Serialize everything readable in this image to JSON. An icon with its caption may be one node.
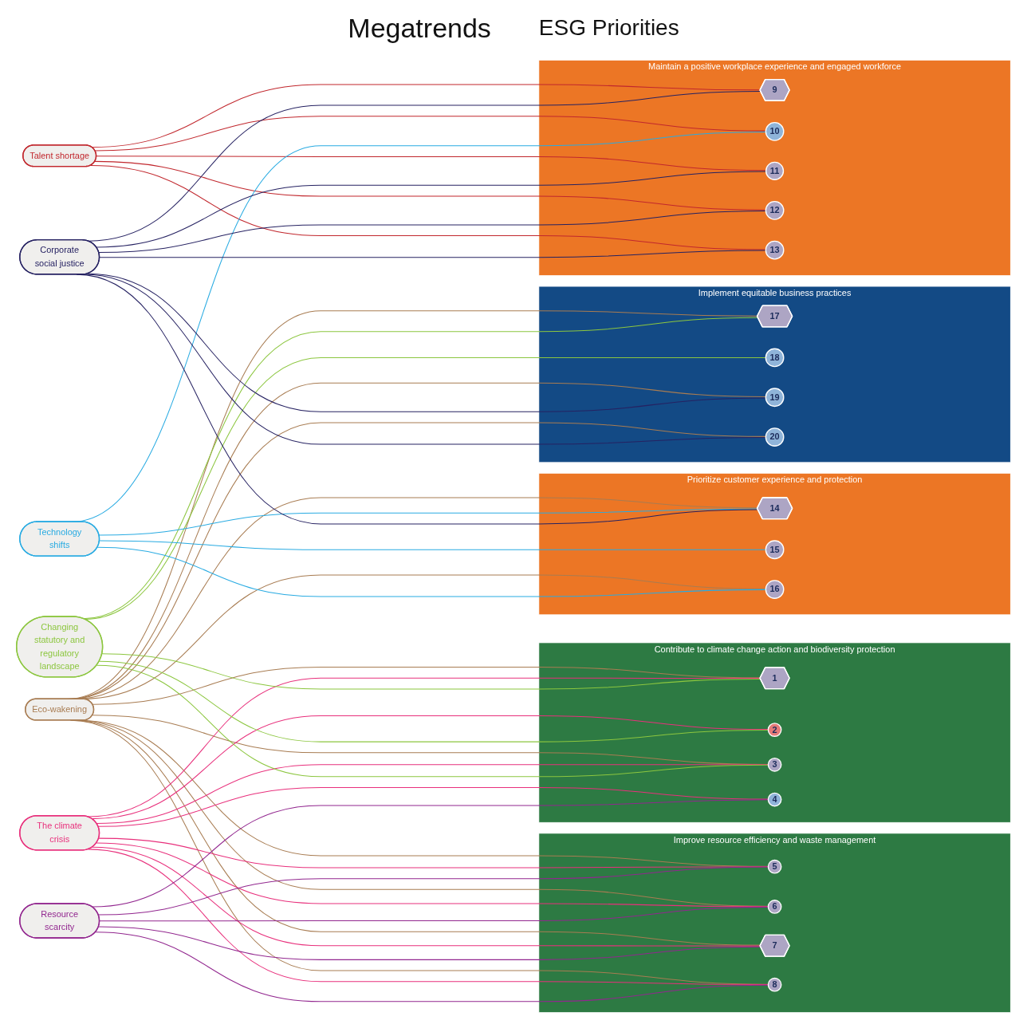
{
  "diagram": {
    "title": "Megatrends",
    "nodes": [
      {
        "text": [
          "Eco-wakening"
        ]
      },
      {
        "text": [
          "The climate crisis"
        ]
      },
      {
        "text": [
          "Changing statutory and regulatory landscape"
        ]
      },
      {
        "text": [
          "Resource scarcity"
        ]
      },
      {
        "text": [
          "Talent shortage"
        ]
      },
      {
        "text": [
          "Technology shifts"
        ]
      },
      {
        "text": [
          "Corporate social justice"
        ]
      },
      {
        "text": [
          "Contribute to climate change action and biodiversity protection"
        ]
      },
      {
        "text": [
          "Improve resource efficiency and waste management"
        ]
      },
      {
        "text": [
          "Maintain a positive workplace experience and engaged workforce"
        ]
      },
      {
        "text": [
          "Prioritize customer experience and protection"
        ]
      },
      {
        "text": [
          "Implement equitable business practices"
        ]
      },
      {
        "text": [
          "1"
        ],
        "in": 7
      },
      {
        "text": [
          "2"
        ],
        "in": 7
      },
      {
        "text": [
          "3"
        ],
        "in": 7
      },
      {
        "text": [
          "4"
        ],
        "in": 7
      },
      {
        "text": [
          "5"
        ],
        "in": 8
      },
      {
        "text": [
          "6"
        ],
        "in": 8
      },
      {
        "text": [
          "7"
        ],
        "in": 8
      },
      {
        "text": [
          "8"
        ],
        "in": 8
      },
      {
        "text": [
          "9"
        ],
        "in": 9
      },
      {
        "text": [
          "10"
        ],
        "in": 9
      },
      {
        "text": [
          "11"
        ],
        "in": 9
      },
      {
        "text": [
          "12"
        ],
        "in": 9
      },
      {
        "text": [
          "13"
        ],
        "in": 9
      },
      {
        "text": [
          "14"
        ],
        "in": 10
      },
      {
        "text": [
          "15"
        ],
        "in": 10
      },
      {
        "text": [
          "16"
        ],
        "in": 10
      },
      {
        "text": [
          "17"
        ],
        "in": 11
      },
      {
        "text": [
          "18"
        ],
        "in": 11
      },
      {
        "text": [
          "19"
        ],
        "in": 11
      },
      {
        "text": [
          "20"
        ],
        "in": 11
      }
    ],
    "edges": [
      {
        "from": 0,
        "to": 12,
        "arrow": "none",
        "color": "#a87c52"
      },
      {
        "from": 0,
        "to": 14,
        "arrow": "none",
        "color": "#a87c52"
      },
      {
        "from": 0,
        "to": 16,
        "arrow": "none",
        "color": "#a87c52"
      },
      {
        "from": 0,
        "to": 17,
        "arrow": "none",
        "color": "#a87c52"
      },
      {
        "from": 0,
        "to": 18,
        "arrow": "none",
        "color": "#a87c52"
      },
      {
        "from": 0,
        "to": 19,
        "arrow": "none",
        "color": "#a87c52"
      },
      {
        "from": 0,
        "to": 25,
        "arrow": "none",
        "color": "#a87c52"
      },
      {
        "from": 0,
        "to": 27,
        "arrow": "none",
        "color": "#a87c52"
      },
      {
        "from": 0,
        "to": 28,
        "arrow": "none",
        "color": "#a87c52"
      },
      {
        "from": 0,
        "to": 30,
        "arrow": "none",
        "color": "#a87c52"
      },
      {
        "from": 0,
        "to": 31,
        "arrow": "none",
        "color": "#a87c52"
      },
      {
        "from": 1,
        "to": 12,
        "arrow": "none",
        "color": "#e8307c"
      },
      {
        "from": 1,
        "to": 13,
        "arrow": "none",
        "color": "#e8307c"
      },
      {
        "from": 1,
        "to": 14,
        "arrow": "none",
        "color": "#e8307c"
      },
      {
        "from": 1,
        "to": 15,
        "arrow": "none",
        "color": "#e8307c"
      },
      {
        "from": 1,
        "to": 16,
        "arrow": "none",
        "color": "#e8307c"
      },
      {
        "from": 1,
        "to": 17,
        "arrow": "none",
        "color": "#e8307c"
      },
      {
        "from": 1,
        "to": 18,
        "arrow": "none",
        "color": "#e8307c"
      },
      {
        "from": 1,
        "to": 19,
        "arrow": "none",
        "color": "#e8307c"
      },
      {
        "from": 2,
        "to": 12,
        "arrow": "none",
        "color": "#8cc63f"
      },
      {
        "from": 2,
        "to": 13,
        "arrow": "none",
        "color": "#8cc63f"
      },
      {
        "from": 2,
        "to": 14,
        "arrow": "none",
        "color": "#8cc63f"
      },
      {
        "from": 2,
        "to": 28,
        "arrow": "none",
        "color": "#8cc63f"
      },
      {
        "from": 2,
        "to": 29,
        "arrow": "none",
        "color": "#8cc63f"
      },
      {
        "from": 3,
        "to": 15,
        "arrow": "none",
        "color": "#92278f"
      },
      {
        "from": 3,
        "to": 16,
        "arrow": "none",
        "color": "#92278f"
      },
      {
        "from": 3,
        "to": 17,
        "arrow": "none",
        "color": "#92278f"
      },
      {
        "from": 3,
        "to": 18,
        "arrow": "none",
        "color": "#92278f"
      },
      {
        "from": 3,
        "to": 19,
        "arrow": "none",
        "color": "#92278f"
      },
      {
        "from": 4,
        "to": 20,
        "arrow": "none",
        "color": "#c1272d"
      },
      {
        "from": 4,
        "to": 21,
        "arrow": "none",
        "color": "#c1272d"
      },
      {
        "from": 4,
        "to": 22,
        "arrow": "none",
        "color": "#c1272d"
      },
      {
        "from": 4,
        "to": 23,
        "arrow": "none",
        "color": "#c1272d"
      },
      {
        "from": 4,
        "to": 24,
        "arrow": "none",
        "color": "#c1272d"
      },
      {
        "from": 5,
        "to": 21,
        "arrow": "none",
        "color": "#29abe2"
      },
      {
        "from": 5,
        "to": 25,
        "arrow": "none",
        "color": "#29abe2"
      },
      {
        "from": 5,
        "to": 26,
        "arrow": "none",
        "color": "#29abe2"
      },
      {
        "from": 5,
        "to": 27,
        "arrow": "none",
        "color": "#29abe2"
      },
      {
        "from": 6,
        "to": 20,
        "arrow": "none",
        "color": "#262262"
      },
      {
        "from": 6,
        "to": 22,
        "arrow": "none",
        "color": "#262262"
      },
      {
        "from": 6,
        "to": 23,
        "arrow": "none",
        "color": "#262262"
      },
      {
        "from": 6,
        "to": 24,
        "arrow": "none",
        "color": "#262262"
      },
      {
        "from": 6,
        "to": 25,
        "arrow": "none",
        "color": "#262262"
      },
      {
        "from": 6,
        "to": 30,
        "arrow": "none",
        "color": "#262262"
      },
      {
        "from": 6,
        "to": 31,
        "arrow": "none",
        "color": "#262262"
      }
    ],
    "labels": [
      "ESG Priorities"
    ]
  }
}
